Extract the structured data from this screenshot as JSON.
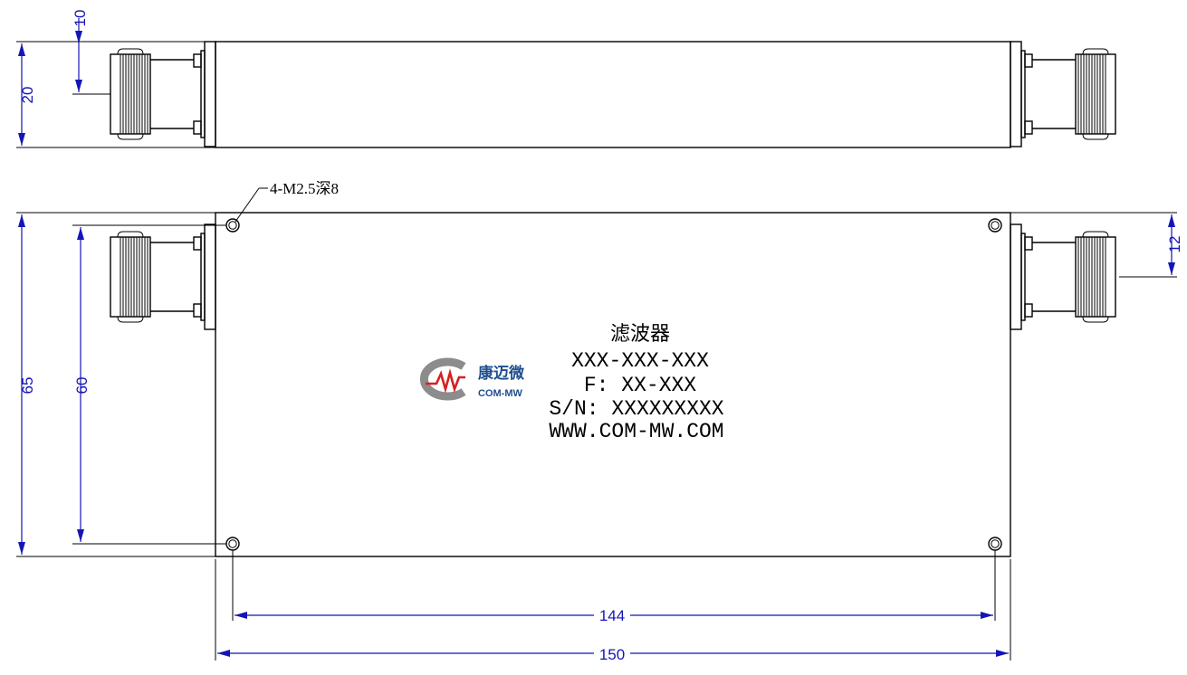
{
  "dimensions": {
    "side_height": "20",
    "side_connector_center": "10",
    "front_height": "65",
    "front_hole_spacing_v": "60",
    "front_connector_offset": "12",
    "front_hole_spacing_h": "144",
    "front_width": "150"
  },
  "callout": {
    "hole_spec": "4-M2.5深8"
  },
  "nameplate": {
    "title": "滤波器",
    "model": "XXX-XXX-XXX",
    "freq": "F: XX-XXX",
    "serial": "S/N: XXXXXXXXX",
    "website": "WWW.COM-MW.COM"
  },
  "logo": {
    "name_cn": "康迈微",
    "name_en": "COM-MW",
    "colors": {
      "gray": "#8c8c8c",
      "red": "#d62020",
      "blue": "#1f4e8f"
    }
  },
  "colors": {
    "dimension": "#1515b5",
    "outline": "#000000"
  }
}
